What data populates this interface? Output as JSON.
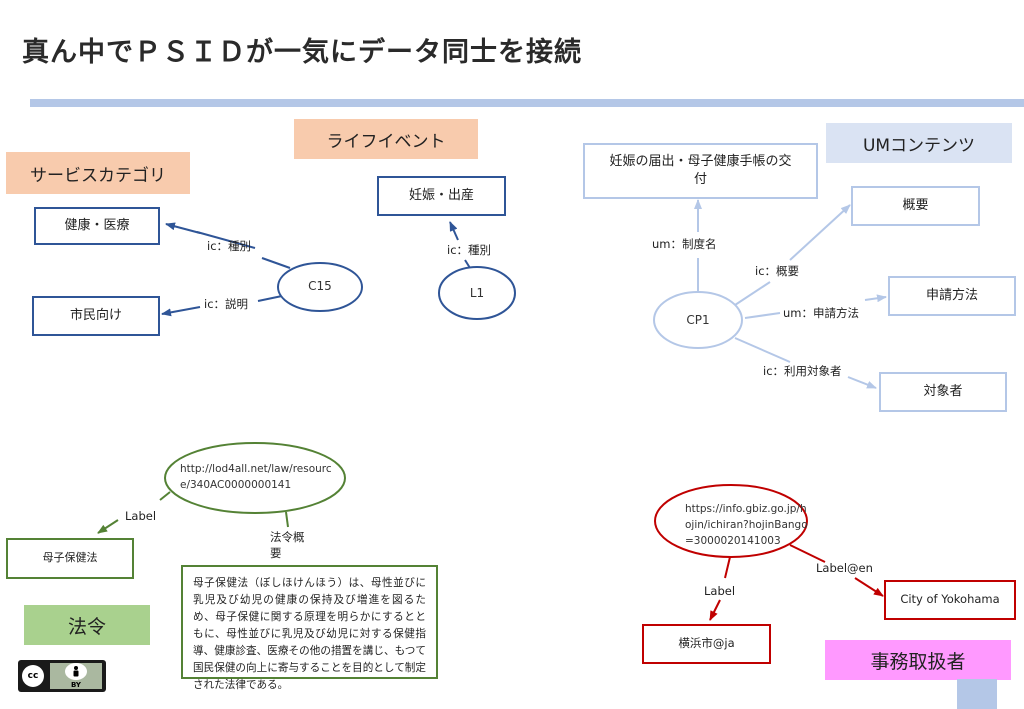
{
  "title": "真ん中でＰＳＩＤが一気にデータ同士を接続",
  "tags": {
    "service_category": "サービスカテゴリ",
    "life_event": "ライフイベント",
    "um_contents": "UMコンテンツ",
    "law": "法令",
    "business": "事務取扱者"
  },
  "service_section": {
    "node": "C15",
    "health": "健康・医療",
    "citizen": "市民向け",
    "edge_type": "ic：種別",
    "edge_desc": "ic：説明"
  },
  "life_section": {
    "node": "L1",
    "pregnancy": "妊娠・出産",
    "edge_type": "ic：種別"
  },
  "um_section": {
    "node": "CP1",
    "notice": "妊娠の届出・母子健康手帳の交付",
    "overview": "概要",
    "apply": "申請方法",
    "target": "対象者",
    "edge_name": "um：制度名",
    "edge_overview": "ic：概要",
    "edge_apply": "um：申請方法",
    "edge_target": "ic：利用対象者"
  },
  "law_section": {
    "node": "http://lod4all.net/law/resource/340AC0000000141",
    "label_edge": "Label",
    "label_value": "母子保健法",
    "summary_edge": "法令概要",
    "summary": "母子保健法（ぼしほけんほう）は、母性並びに乳児及び幼児の健康の保持及び増進を図るため、母子保健に関する原理を明らかにするとともに、母性並びに乳児及び幼児に対する保健指導、健康診査、医療その他の措置を講じ、もつて国民保健の向上に寄与することを目的として制定された法律である。"
  },
  "biz_section": {
    "node": "https://info.gbiz.go.jp/hojin/ichiran?hojinBango=3000020141003",
    "label_edge": "Label",
    "label_ja": "横浜市@ja",
    "label_en_edge": "Label@en",
    "label_en": "City of Yokohama"
  },
  "license": {
    "cc": "cc",
    "by": "BY"
  },
  "colors": {
    "tag_orange": "#f8cbad",
    "tag_lightblue": "#dae3f3",
    "tag_green": "#a9d18e",
    "tag_pink": "#ff99ff",
    "line_blue": "#2f5597",
    "line_lightblue": "#b4c7e7",
    "line_green": "#548235",
    "line_red": "#c00000"
  }
}
